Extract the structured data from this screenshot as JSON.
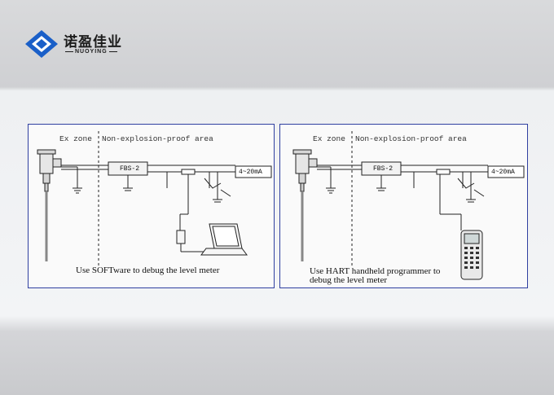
{
  "brand": {
    "name_cn": "诺盈佳业",
    "name_en": "NUOYING",
    "color": "#1a5fc8"
  },
  "panels": [
    {
      "ex_zone": "Ex zone",
      "non_ex_zone": "Non-explosion-proof area",
      "barrier_label": "FBS-2",
      "signal_label": "4~20mA",
      "caption_lines": [
        "Use SOFTware to debug the level meter"
      ],
      "device": "laptop-icon"
    },
    {
      "ex_zone": "Ex zone",
      "non_ex_zone": "Non-explosion-proof area",
      "barrier_label": "FBS-2",
      "signal_label": "4~20mA",
      "caption_lines": [
        "Use HART handheld programmer to",
        "debug the level meter"
      ],
      "device": "hart-programmer-icon"
    }
  ]
}
